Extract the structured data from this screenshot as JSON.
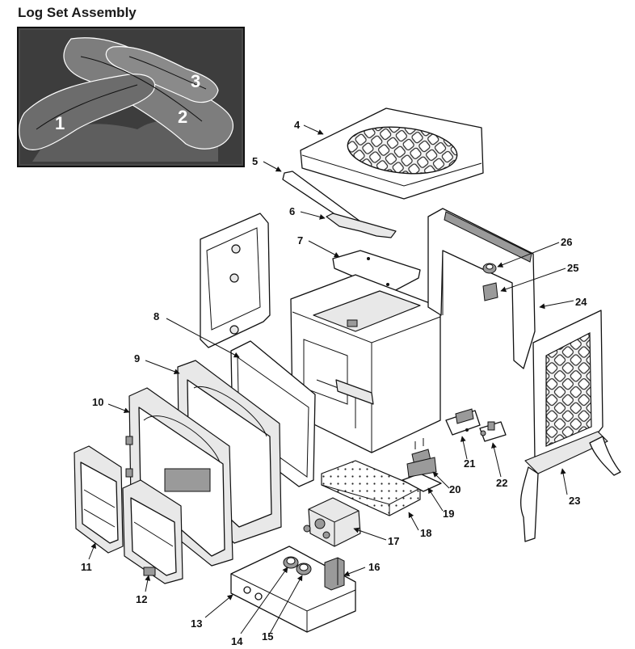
{
  "title": "Log Set Assembly",
  "log_labels": [
    "1",
    "2",
    "3"
  ],
  "callouts": [
    "4",
    "5",
    "6",
    "7",
    "8",
    "9",
    "10",
    "11",
    "12",
    "13",
    "14",
    "15",
    "16",
    "17",
    "18",
    "19",
    "20",
    "21",
    "22",
    "23",
    "24",
    "25",
    "26"
  ],
  "colors": {
    "photo_bg": "#4a4a4a",
    "ink": "#111111"
  }
}
